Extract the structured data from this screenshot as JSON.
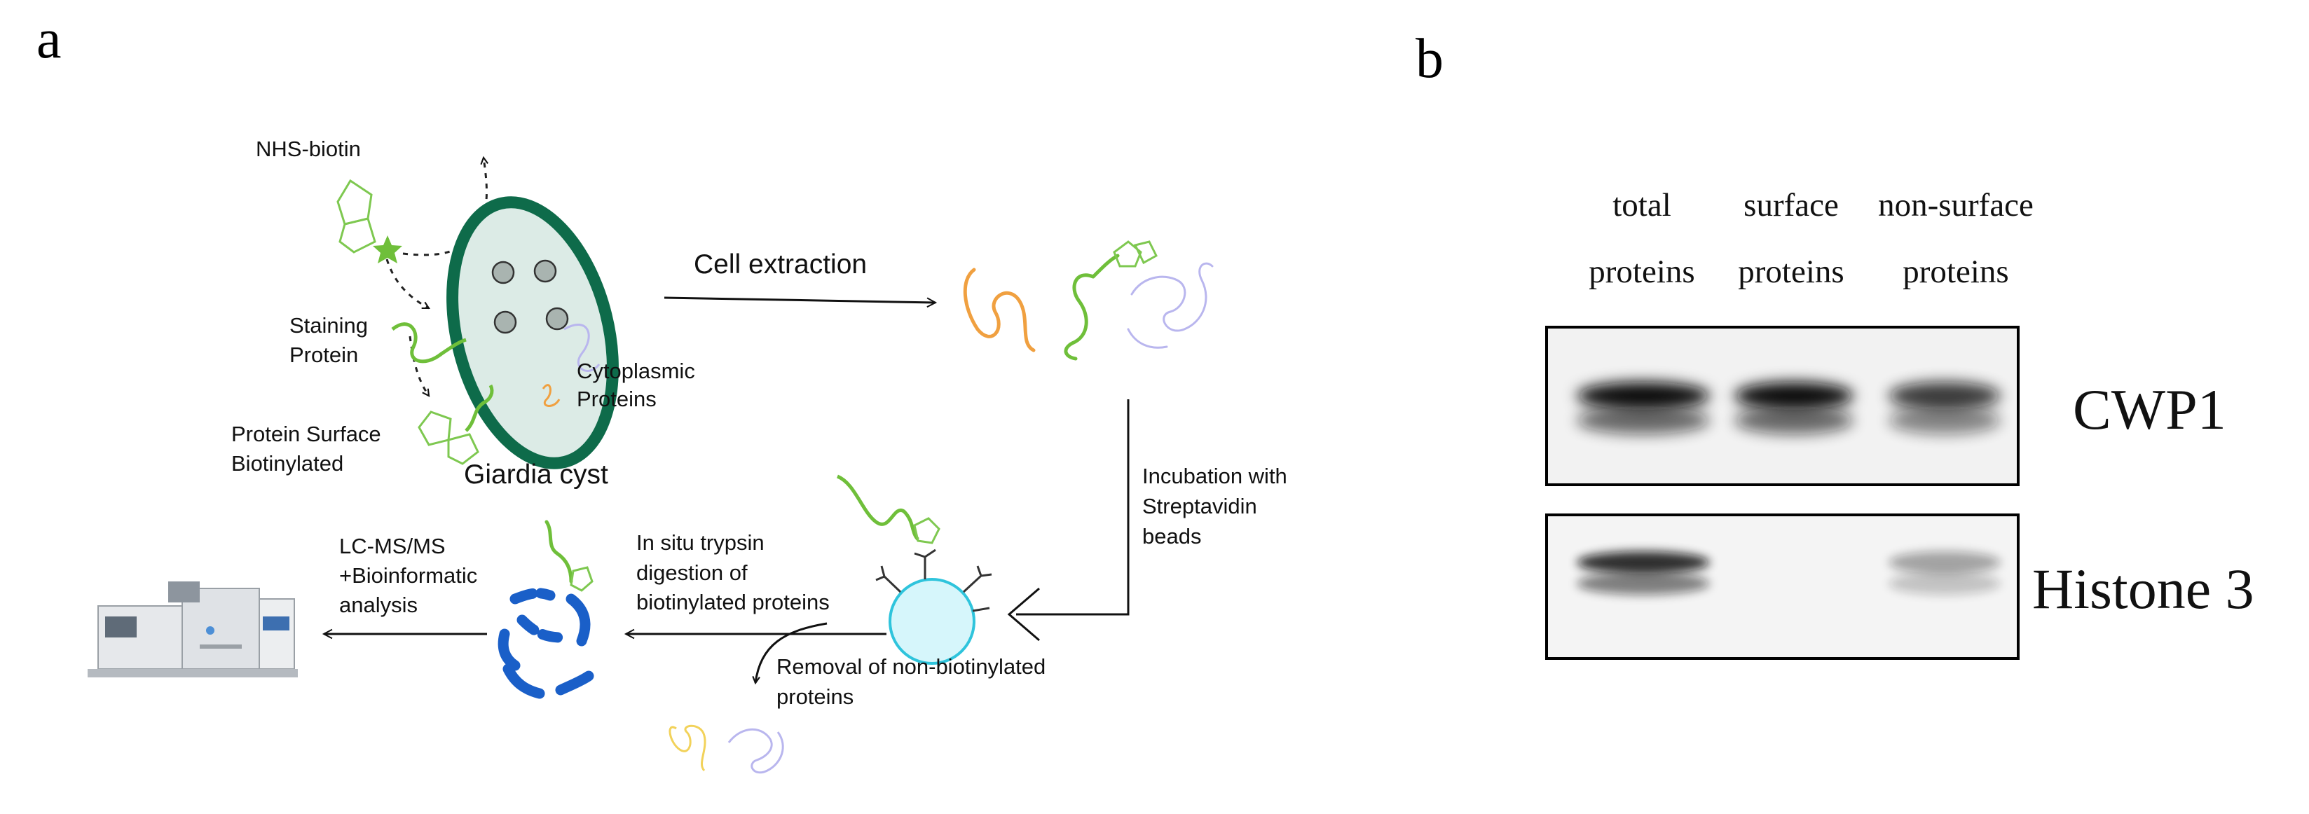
{
  "panel_a": {
    "letter": "a",
    "labels": {
      "nhs_biotin": "NHS-biotin",
      "staining_line1": "Staining",
      "staining_line2": "Protein",
      "cyto_line1": "Cytoplasmic",
      "cyto_line2": "Proteins",
      "surface_line1": "Protein Surface",
      "surface_line2": "Biotinylated",
      "giardia": "Giardia cyst",
      "cell_extraction": "Cell extraction",
      "incubation_line1": "Incubation with",
      "incubation_line2": "Streptavidin",
      "incubation_line3": "beads",
      "trypsin_line1": "In situ trypsin",
      "trypsin_line2": "digestion of",
      "trypsin_line3": "biotinylated proteins",
      "removal_line1": "Removal of non-biotinylated",
      "removal_line2": "proteins",
      "lcms_line1": "LC-MS/MS",
      "lcms_line2": "+Bioinformatic",
      "lcms_line3": "analysis"
    },
    "colors": {
      "cyst_outline": "#0e6b4a",
      "cyst_fill": "#dcebe6",
      "biotin_green": "#7ec850",
      "protein_green": "#6fbf3a",
      "protein_orange": "#f0a040",
      "protein_lilac": "#b9b6ee",
      "protein_yellow": "#f2d25a",
      "bead_fill": "#d6f6fb",
      "bead_outline": "#2fc4dc",
      "peptide_blue": "#1a5fc8"
    }
  },
  "panel_b": {
    "letter": "b",
    "columns": [
      {
        "line1": "total",
        "line2": "proteins"
      },
      {
        "line1": "surface",
        "line2": "proteins"
      },
      {
        "line1": "non-surface",
        "line2": "proteins"
      }
    ],
    "blots": [
      {
        "label": "CWP1",
        "band_intensity": [
          1.0,
          1.0,
          0.8
        ]
      },
      {
        "label": "Histone 3",
        "band_intensity": [
          0.85,
          0.0,
          0.35
        ]
      }
    ]
  }
}
